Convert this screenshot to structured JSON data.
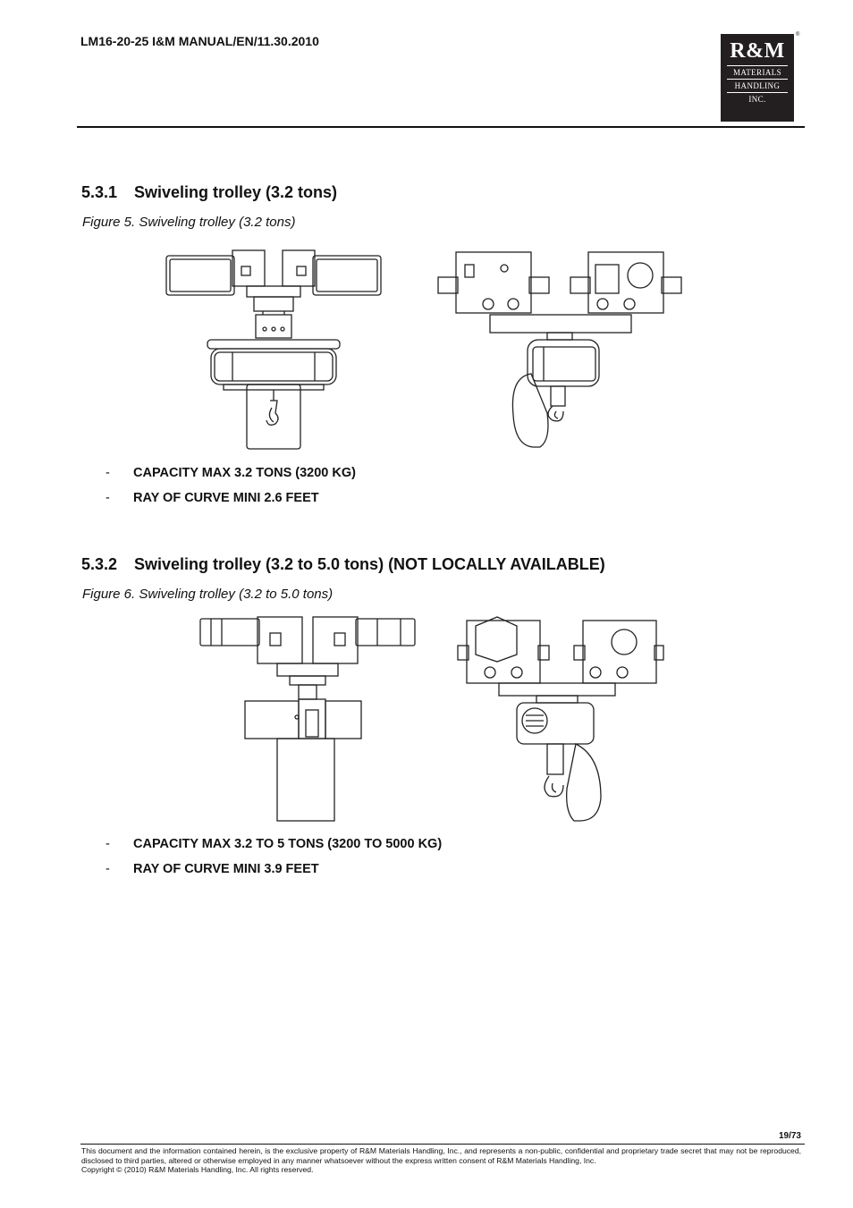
{
  "header": {
    "doc_id": "LM16-20-25 I&M MANUAL/EN/11.30.2010",
    "logo": {
      "brand": "R&M",
      "line1": "MATERIALS",
      "line2": "HANDLING",
      "line3": "INC.",
      "registered": "®"
    }
  },
  "sections": [
    {
      "number": "5.3.1",
      "title": "Swiveling trolley (3.2 tons)",
      "caption": "Figure 5. Swiveling trolley (3.2 tons)",
      "bullets": [
        "CAPACITY MAX 3.2 TONS (3200 KG)",
        "RAY OF CURVE MINI 2.6 FEET"
      ]
    },
    {
      "number": "5.3.2",
      "title": "Swiveling trolley (3.2 to 5.0 tons) (NOT LOCALLY AVAILABLE)",
      "caption": "Figure 6. Swiveling trolley (3.2 to 5.0 tons)",
      "bullets": [
        "CAPACITY MAX 3.2 TO 5 TONS (3200 TO 5000 KG)",
        "RAY OF CURVE MINI 3.9 FEET"
      ]
    }
  ],
  "bullet_marker": "-",
  "footer": {
    "page": "19/73",
    "disclaimer": "This document and the information contained herein, is the exclusive property of R&M Materials Handling, Inc., and represents a non-public, confidential and proprietary trade secret that may not be reproduced, disclosed to third parties, altered or otherwise employed in any manner whatsoever without the express written consent of R&M Materials Handling, Inc.",
    "copyright": "Copyright © (2010) R&M Materials Handling, Inc.  All rights reserved."
  }
}
